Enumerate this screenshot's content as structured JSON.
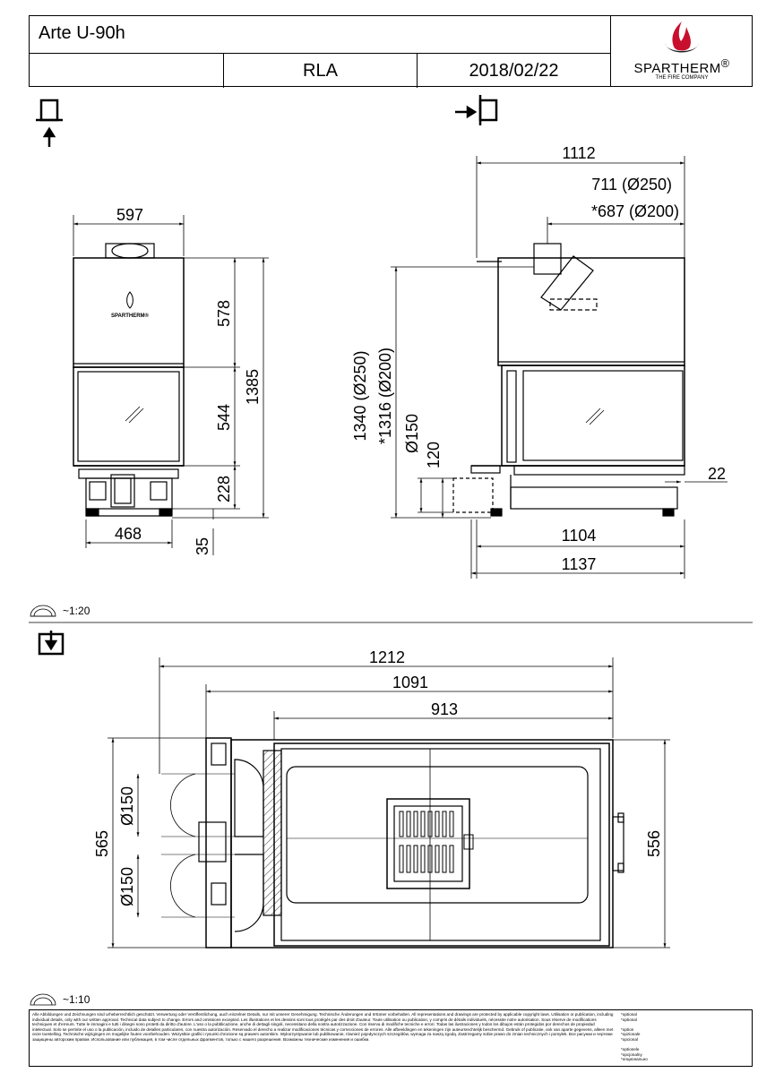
{
  "title_block": {
    "product": "Arte U-90h",
    "variant": "RLA",
    "date": "2018/02/22",
    "brand": "SPARTHERM",
    "brand_mark": "®",
    "tagline": "THE FIRE COMPANY"
  },
  "front_view": {
    "width_top": "597",
    "width_base": "468",
    "h_hood": "578",
    "h_glass": "544",
    "h_base": "228",
    "h_total": "1385",
    "foot": "35",
    "plate_brand": "SPARTHERM®"
  },
  "side_view": {
    "depth_total": "1112",
    "flue_250": "711 (Ø250)",
    "flue_200": "*687 (Ø200)",
    "flue_h_250": "1340 (Ø250)",
    "flue_h_200": "*1316 (Ø200)",
    "air_dia": "Ø150",
    "air_h": "120",
    "offset": "22",
    "depth_1104": "1104",
    "depth_1137": "1137"
  },
  "plan_view": {
    "w_total": "1212",
    "w_1091": "1091",
    "w_913": "913",
    "air_dia_1": "Ø150",
    "air_dia_2": "Ø150",
    "depth_left": "565",
    "depth_right": "556"
  },
  "scales": {
    "upper": "~1:20",
    "lower": "~1:10"
  },
  "disclaimer": {
    "text": "Alle Abbildungen und Zeichnungen sind urheberrechtlich geschützt. Verwertung oder Veröffentlichung, auch einzelner Details, nur mit unserer Genehmigung. Technische Änderungen und Irrtümer vorbehalten. All representations and drawings are protected by applicable copyright laws. Utilisation or publication, including individual details, only with our written approval. Technical data subject to change. Errors and omissions excepted. Les illustrations et les dessins sont tous protégés par des droit d'auteur. Toute utilisation ou publication, y compris de détails individuels, nécessite notre autorisation. Sous réserve de modifications techniques et d'erreurs. Tutte le immagini e tutti i disegni sono protetti da diritto d'autore. L'uso o la pubblicazione, anche di dettagli singoli, necessitano della nostra autorizzazione. Con riserva di modifiche tecniche e errori. Todas las ilustraciones y todos los dibujos están protegidos por derechos de propiedad intelectual. Solo se permite el uso o la publicación, incluido de detalles particulares, con nuestra autorización. Reservado el derecho a realizar modificaciones técnicas y correcciones de errores. Alle afbeeldingen en tekeningen zijn auteursrechtelijk beschermd. Gebruik of publicatie, ook van aparte gegevens, alleen met onze toestelling. Technische wijzigingen en mogelijke fouten voorbehouden. Wszystkie grafiki i rysunki chronione są prawem autorskim. Wykorzystywanie lub publikowanie, również pojedynczych szczegółów, wymaga za naszą zgodą. Zastrzegamy sobie prawo do zmian technicznych i pomyłek. Все рисунки и чертежи защищены авторским правом. Использование или публикация, в том числе отдельных фрагментов, только с нашего разрешения. Возможны технические изменения и ошибки.",
    "options": "*optional\n*optional\n\n*option\n*opzionale\n*opcional\n\n*optionele\n*opcjonalny\n*опционально"
  }
}
